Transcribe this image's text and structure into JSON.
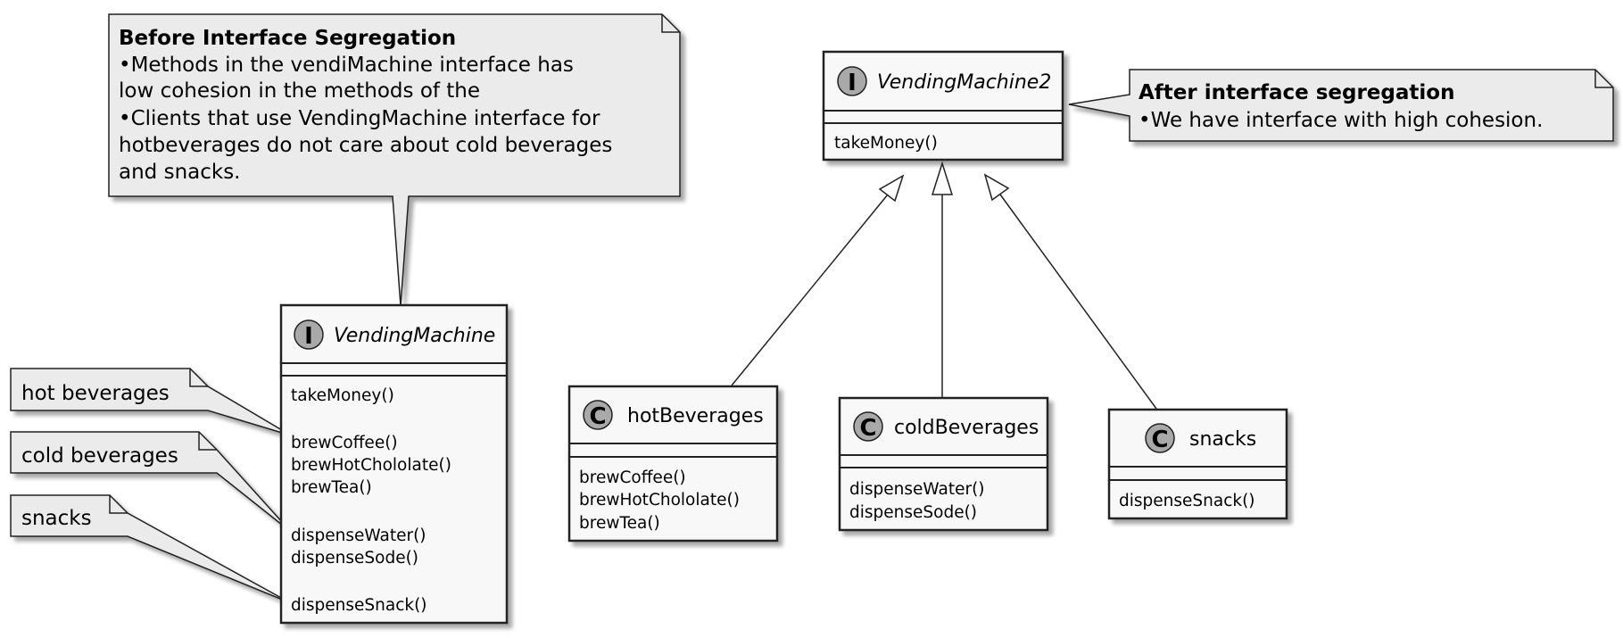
{
  "notes": {
    "before": {
      "title": "Before Interface Segregation",
      "lines": [
        "•Methods in the  vendiMachine interface has",
        "low cohesion in the methods of the",
        "•Clients that use VendingMachine interface for",
        "hotbeverages do not care about cold beverages",
        "and snacks."
      ]
    },
    "after": {
      "title": "After interface segregation",
      "lines": [
        "•We have interface with high cohesion."
      ]
    },
    "hot": "hot beverages",
    "cold": "cold beverages",
    "snacks": "snacks"
  },
  "vending_machine": {
    "stereotype": "I",
    "name": "VendingMachine",
    "methods": [
      "takeMoney()",
      "brewCoffee()",
      "brewHotChololate()",
      "brewTea()",
      "dispenseWater()",
      "dispenseSode()",
      "dispenseSnack()"
    ]
  },
  "vending_machine2": {
    "stereotype": "I",
    "name": "VendingMachine2",
    "methods": [
      "takeMoney()"
    ]
  },
  "classes": {
    "hot": {
      "stereotype": "C",
      "name": "hotBeverages",
      "methods": [
        "brewCoffee()",
        "brewHotChololate()",
        "brewTea()"
      ]
    },
    "cold": {
      "stereotype": "C",
      "name": "coldBeverages",
      "methods": [
        "dispenseWater()",
        "dispenseSode()"
      ]
    },
    "snacks": {
      "stereotype": "C",
      "name": "snacks",
      "methods": [
        "dispenseSnack()"
      ]
    }
  },
  "colors": {
    "note_fill": "#ebebeb",
    "class_fill": "#f8f8f8",
    "border": "#222222",
    "glyph_fill": "#a9a9a9"
  }
}
